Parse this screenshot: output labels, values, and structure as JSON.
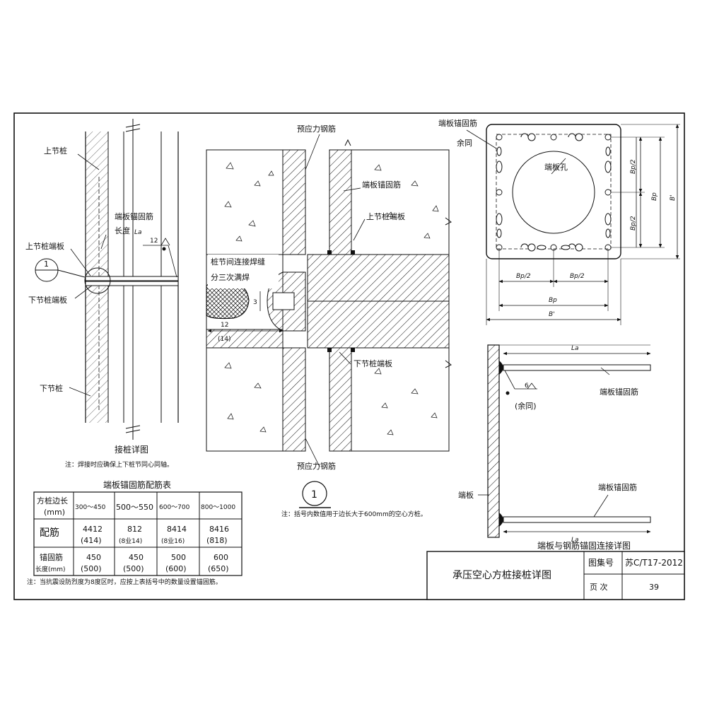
{
  "splice_detail": {
    "upper_pile": "上节桩",
    "upper_end_plate": "上节桩端板",
    "callout_1": "1",
    "lower_end_plate": "下节桩端板",
    "lower_pile": "下节桩",
    "anchor_length_line1": "端板锚固筋",
    "anchor_length_line2": "长度",
    "la_symbol": "La",
    "weld_size": "12",
    "caption": "接桩详图",
    "note": "注：焊接时应确保上下桩节同心同轴。"
  },
  "detail_1": {
    "prestress_top": "预应力钢筋",
    "anchor_bar": "端板锚固筋",
    "upper_end_plate": "上节桩端板",
    "weld_line1": "桩节间连接焊缝",
    "weld_line2": "分三次满焊",
    "dim_3": "3",
    "dim_12": "12",
    "dim_14": "(14)",
    "lower_end_plate": "下节桩端板",
    "prestress_bottom": "预应力钢筋",
    "number": "1",
    "note": "注：括号内数值用于边长大于600mm的空心方桩。"
  },
  "plan_view": {
    "anchor_bar": "端板锚固筋",
    "same": "余同",
    "hole": "端板孔",
    "bp_half_v1": "Bp/2",
    "bp_half_v2": "Bp/2",
    "bp_v": "Bp",
    "b_prime_v": "B'",
    "bp_half_h1": "Bp/2",
    "bp_half_h2": "Bp/2",
    "bp_h": "Bp",
    "b_prime_h": "B'"
  },
  "anchor_connection": {
    "la_top": "La",
    "anchor_bar_top": "端板锚固筋",
    "weld_size": "6",
    "same": "(余同)",
    "end_plate": "端板",
    "anchor_bar_bottom": "端板锚固筋",
    "la_bottom": "La",
    "caption": "端板与钢筋锚固连接详图"
  },
  "rebar_table": {
    "title": "端板锚固筋配筋表",
    "header_line1": "方桩边长",
    "header_line2": "(mm)",
    "ranges": [
      "300～450",
      "500～550",
      "600～700",
      "800～1000"
    ],
    "row1_label": "配筋",
    "row1_main": [
      "4412",
      "812",
      "8414",
      "8416"
    ],
    "row1_paren": [
      "(414)",
      "(8业14)",
      "(8业16)",
      "(818)"
    ],
    "row2_label_line1": "锚固筋",
    "row2_label_line2": "长度(mm)",
    "row2_main": [
      "450",
      "450",
      "500",
      "600"
    ],
    "row2_paren": [
      "(500)",
      "(500)",
      "(600)",
      "(650)"
    ],
    "note": "注：当抗震设防烈度为8度区时，应按上表括号中的数量设置锚固筋。"
  },
  "title_block": {
    "drawing_title": "承压空心方桩接桩详图",
    "atlas_label": "图集号",
    "atlas_value": "苏C/T17-2012",
    "page_label": "页 次",
    "page_value": "39"
  },
  "colors": {
    "line": "#111111",
    "red_mark": "#c0392b"
  }
}
